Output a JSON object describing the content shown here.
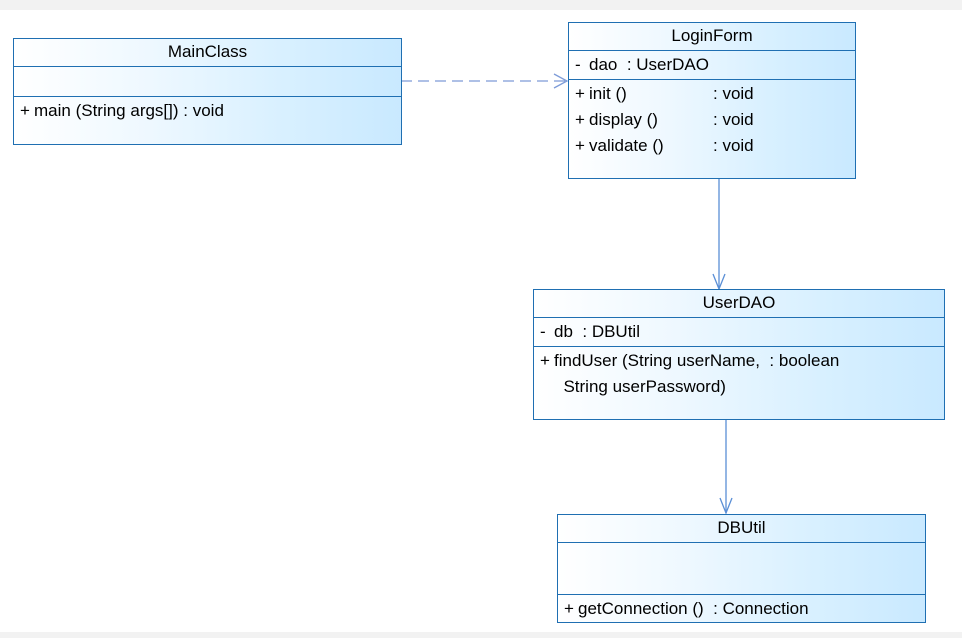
{
  "classes": {
    "mainclass": {
      "name": "MainClass",
      "attributes": [],
      "operations": [
        {
          "vis": "+",
          "name": "main (String args[])",
          "type": " : void"
        }
      ]
    },
    "loginform": {
      "name": "LoginForm",
      "attributes": [
        {
          "vis": "-",
          "name": "dao",
          "type": "  : UserDAO"
        }
      ],
      "operations": [
        {
          "vis": "+",
          "name": "init ()",
          "type": ": void"
        },
        {
          "vis": "+",
          "name": "display ()",
          "type": ": void"
        },
        {
          "vis": "+",
          "name": "validate ()",
          "type": ": void"
        }
      ]
    },
    "userdao": {
      "name": "UserDAO",
      "attributes": [
        {
          "vis": "-",
          "name": "db",
          "type": "  : DBUtil"
        }
      ],
      "operations": [
        {
          "vis": "+",
          "name": "findUser (String userName,",
          "type": "  : boolean"
        },
        {
          "vis": "",
          "name": "  String userPassword)",
          "type": ""
        }
      ]
    },
    "dbutil": {
      "name": "DBUtil",
      "attributes": [],
      "operations": [
        {
          "vis": "+",
          "name": "getConnection ()",
          "type": "  : Connection"
        }
      ]
    }
  },
  "colors": {
    "border": "#1f6fb2",
    "association": "#5a8fd6",
    "dependency": "#7d9bd8"
  }
}
